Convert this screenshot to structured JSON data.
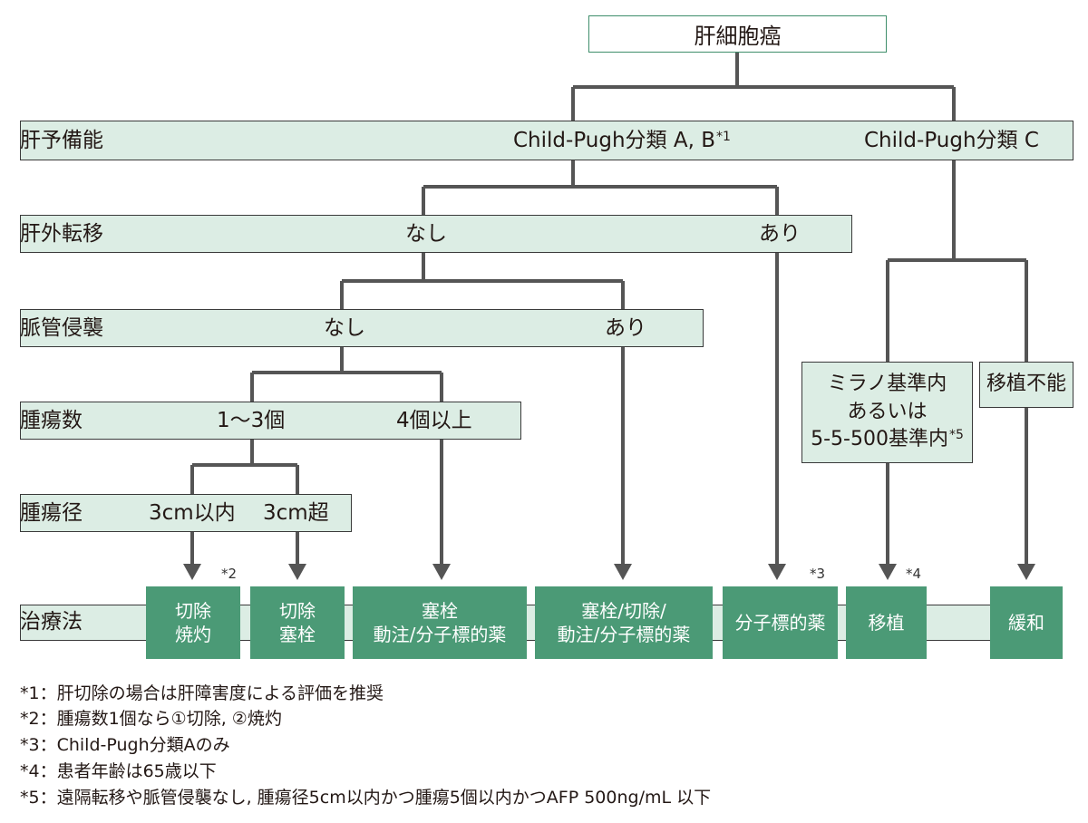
{
  "root": "肝細胞癌",
  "rows": {
    "liver_reserve": {
      "label": "肝予備能",
      "ab": "Child-Pugh分類 A, B",
      "ab_mark": "*1",
      "c": "Child-Pugh分類 C"
    },
    "extrahepatic": {
      "label": "肝外転移",
      "no": "なし",
      "yes": "あり"
    },
    "vascular": {
      "label": "脈管侵襲",
      "no": "なし",
      "yes": "あり"
    },
    "tumor_count": {
      "label": "腫瘍数",
      "few": "1〜3個",
      "many": "4個以上"
    },
    "tumor_size": {
      "label": "腫瘍径",
      "small": "3cm以内",
      "large": "3cm超"
    }
  },
  "transplant_box": {
    "line1": "ミラノ基準内",
    "line2": "あるいは",
    "line3": "5-5-500基準内",
    "mark": "*5"
  },
  "no_transplant_box": "移植不能",
  "treatment": {
    "label": "治療法",
    "items": [
      {
        "line1": "切除",
        "line2": "焼灼"
      },
      {
        "line1": "切除",
        "line2": "塞栓"
      },
      {
        "line1": "塞栓",
        "line2": "動注/分子標的薬"
      },
      {
        "line1": "塞栓/切除/",
        "line2": "動注/分子標的薬"
      },
      {
        "line1": "分子標的薬",
        "line2": ""
      },
      {
        "line1": "移植",
        "line2": ""
      },
      {
        "line1": "緩和",
        "line2": ""
      }
    ],
    "marks": [
      "*2",
      "*3",
      "*4"
    ]
  },
  "notes": [
    "*1：肝切除の場合は肝障害度による評価を推奨",
    "*2：腫瘍数1個なら①切除, ②焼灼",
    "*3：Child-Pugh分類Aのみ",
    "*4：患者年齢は65歳以下",
    "*5：遠隔転移や脈管侵襲なし, 腫瘍径5cm以内かつ腫瘍5個以内かつAFP 500ng/mL 以下"
  ],
  "colors": {
    "treatment_fill": "#4b9a76",
    "band_fill": "#dcede4",
    "root_border": "#3f8e6b",
    "connector": "#555555"
  }
}
